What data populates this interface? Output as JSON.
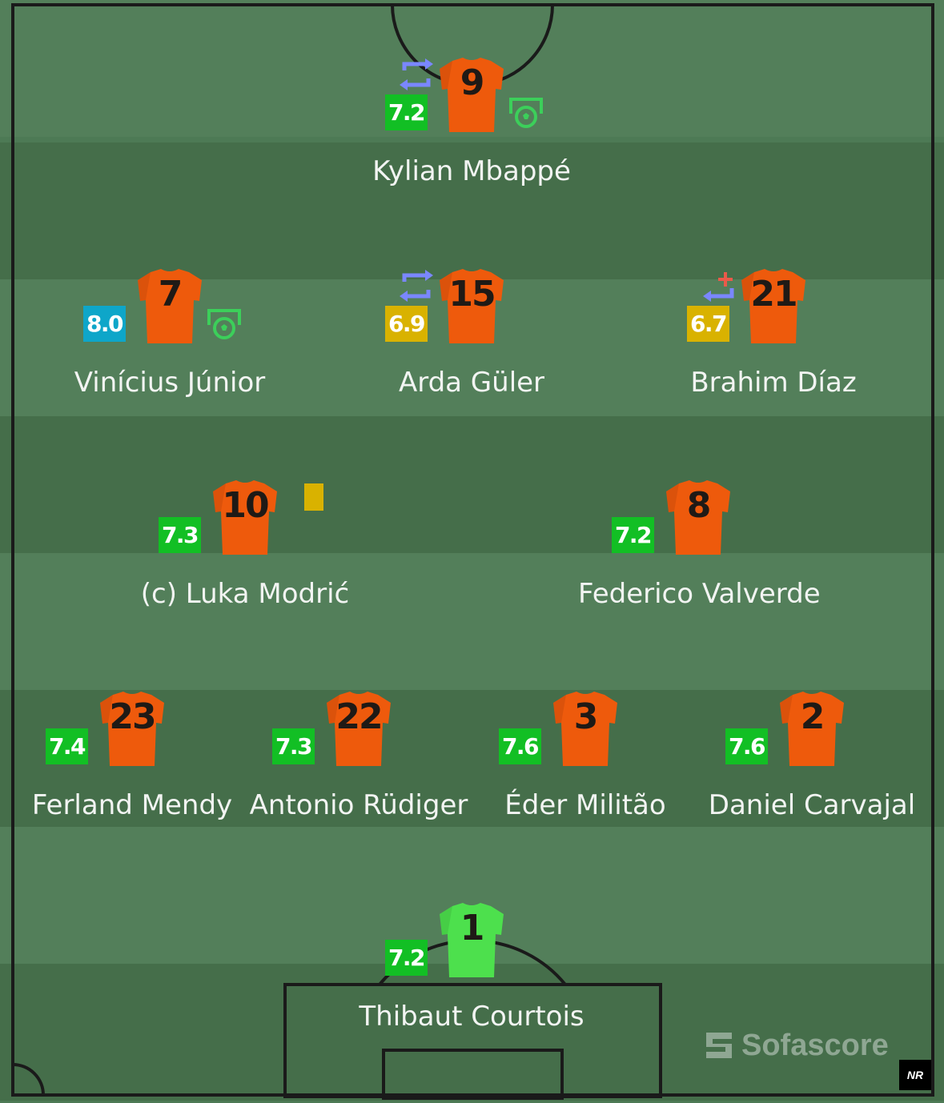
{
  "colors": {
    "outfield_shirt": "#ee5a0c",
    "goalkeeper_shirt": "#4de04d",
    "rating_green": "#12bf24",
    "rating_blue": "#0ea6c9",
    "rating_yellow": "#d9b200",
    "sub_arrows": "#7a87ff",
    "goal_icon": "#3ccf5a",
    "yellow_card": "#d9b200"
  },
  "players": [
    {
      "id": "mbappe",
      "number": "9",
      "name": "Kylian Mbappé",
      "rating": "7.2",
      "rating_color": "green",
      "shirt": "outfield",
      "icons": [
        "substitution-icon",
        "goal-icon"
      ]
    },
    {
      "id": "vinicius",
      "number": "7",
      "name": "Vinícius Júnior",
      "rating": "8.0",
      "rating_color": "blue",
      "shirt": "outfield",
      "icons": [
        "goal-icon"
      ]
    },
    {
      "id": "guler",
      "number": "15",
      "name": "Arda Güler",
      "rating": "6.9",
      "rating_color": "yellow",
      "shirt": "outfield",
      "icons": [
        "substitution-icon"
      ]
    },
    {
      "id": "diaz",
      "number": "21",
      "name": "Brahim Díaz",
      "rating": "6.7",
      "rating_color": "yellow",
      "shirt": "outfield",
      "icons": [
        "substitution-plus-icon"
      ]
    },
    {
      "id": "modric",
      "number": "10",
      "name": "(c) Luka Modrić",
      "rating": "7.3",
      "rating_color": "green",
      "shirt": "outfield",
      "icons": [
        "yellow-card-icon"
      ]
    },
    {
      "id": "valverde",
      "number": "8",
      "name": "Federico Valverde",
      "rating": "7.2",
      "rating_color": "green",
      "shirt": "outfield",
      "icons": []
    },
    {
      "id": "mendy",
      "number": "23",
      "name": "Ferland Mendy",
      "rating": "7.4",
      "rating_color": "green",
      "shirt": "outfield",
      "icons": []
    },
    {
      "id": "rudiger",
      "number": "22",
      "name": "Antonio Rüdiger",
      "rating": "7.3",
      "rating_color": "green",
      "shirt": "outfield",
      "icons": []
    },
    {
      "id": "militao",
      "number": "3",
      "name": "Éder Militão",
      "rating": "7.6",
      "rating_color": "green",
      "shirt": "outfield",
      "icons": []
    },
    {
      "id": "carvajal",
      "number": "2",
      "name": "Daniel Carvajal",
      "rating": "7.6",
      "rating_color": "green",
      "shirt": "outfield",
      "icons": []
    },
    {
      "id": "courtois",
      "number": "1",
      "name": "Thibaut Courtois",
      "rating": "7.2",
      "rating_color": "green",
      "shirt": "goalkeeper",
      "icons": []
    }
  ],
  "branding": {
    "text": "Sofascore",
    "watermark": "NR"
  }
}
